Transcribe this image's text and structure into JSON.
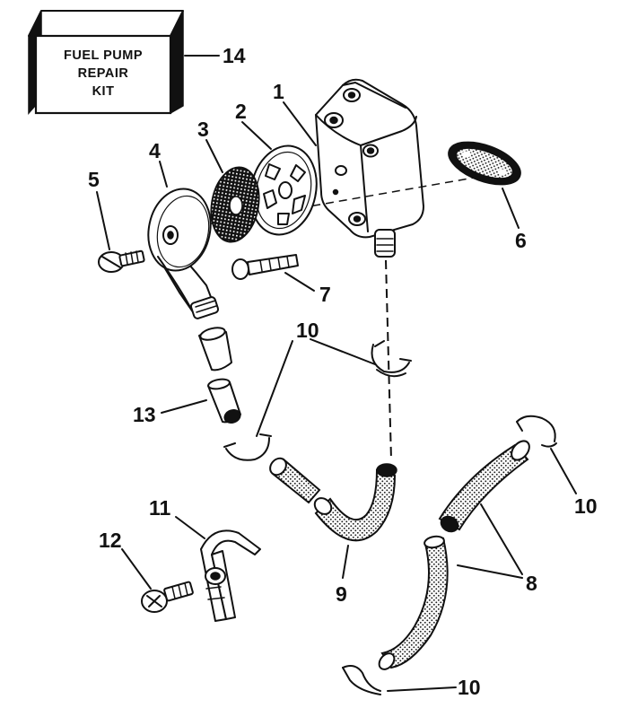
{
  "kit": {
    "line1": "FUEL PUMP",
    "line2": "REPAIR",
    "line3": "KIT"
  },
  "callouts": {
    "c1": "1",
    "c2": "2",
    "c3": "3",
    "c4": "4",
    "c5": "5",
    "c6": "6",
    "c7": "7",
    "c8": "8",
    "c9": "9",
    "c10a": "10",
    "c10b": "10",
    "c10c": "10",
    "c11": "11",
    "c12": "12",
    "c13": "13",
    "c14": "14"
  }
}
